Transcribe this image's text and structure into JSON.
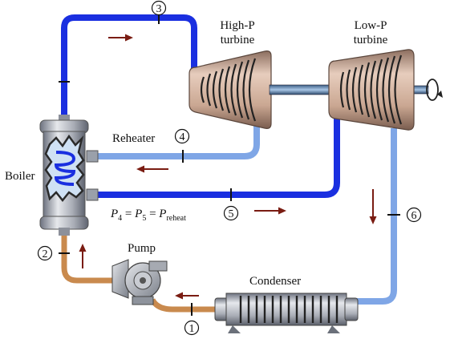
{
  "labels": {
    "high_p_line1": "High-P",
    "high_p_line2": "turbine",
    "low_p_line1": "Low-P",
    "low_p_line2": "turbine",
    "reheater": "Reheater",
    "boiler": "Boiler",
    "pump": "Pump",
    "condenser": "Condenser"
  },
  "pressure_equation": {
    "p": "P",
    "s4": "4",
    "eq1": " = ",
    "s5": "5",
    "eq2": " = ",
    "sreheat": "reheat"
  },
  "states": {
    "s1": "1",
    "s2": "2",
    "s3": "3",
    "s4": "4",
    "s5": "5",
    "s6": "6"
  },
  "colors": {
    "hot_pipe": "#1a2fe0",
    "cold_pipe": "#7fa6e6",
    "feed_pipe": "#c98a4e",
    "arrow": "#7a1c12",
    "turbine": "#d7b9a7",
    "vessel": "#b9bcc4"
  }
}
